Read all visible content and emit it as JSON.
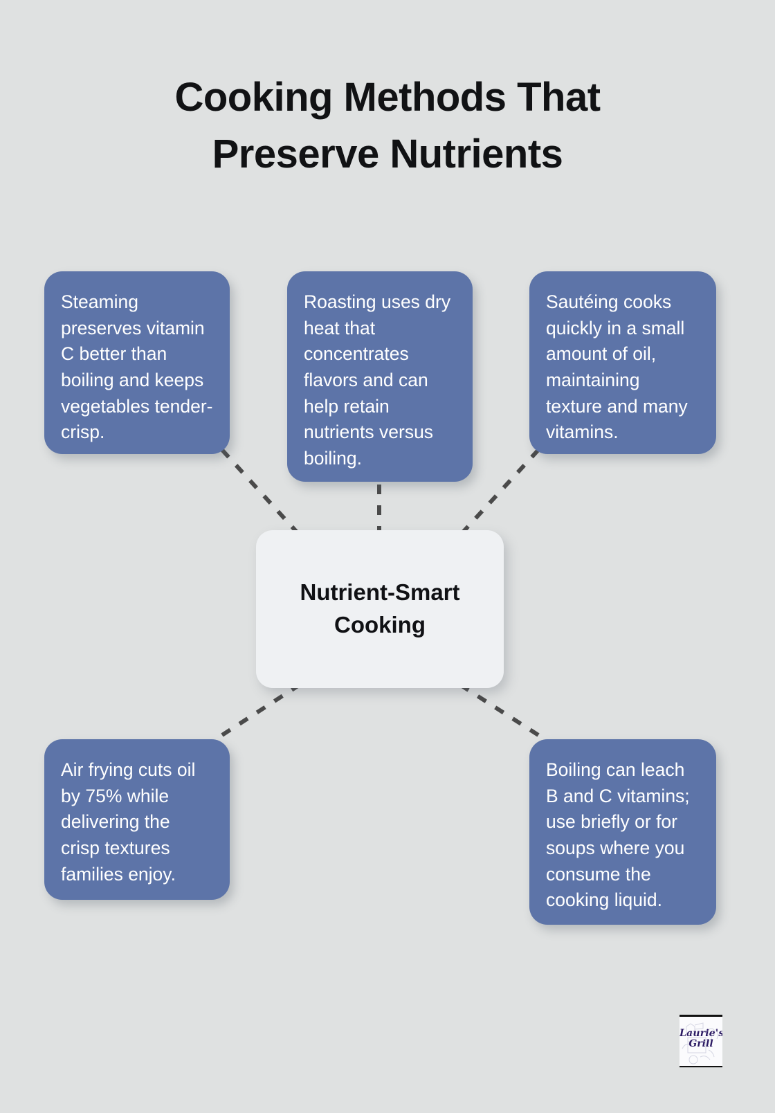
{
  "page": {
    "background_color": "#dfe1e1",
    "title_lines": [
      "Cooking Methods That",
      "Preserve Nutrients"
    ],
    "title_text": "Cooking Methods That Preserve Nutrients"
  },
  "hub": {
    "label_line_1": "Nutrient-Smart",
    "label_line_2": "Cooking",
    "label": "Nutrient-Smart Cooking",
    "background_color": "#eff1f3",
    "text_color": "#101114"
  },
  "cards": {
    "color": "#5d74a8",
    "text_color": "#ffffff",
    "items": [
      {
        "id": "steaming",
        "text": "Steaming preserves vitamin C better than boiling and keeps vegetables tender-crisp."
      },
      {
        "id": "roasting",
        "text": "Roasting uses dry heat that concentrates flavors and can help retain nutrients versus boiling."
      },
      {
        "id": "sauteing",
        "text": "Sautéing cooks quickly in a small amount of oil, maintaining texture and many vitamins."
      },
      {
        "id": "air-frying",
        "text": "Air frying cuts oil by 75% while delivering the crisp textures families enjoy."
      },
      {
        "id": "boiling",
        "text": "Boiling can leach B and C vitamins; use briefly or for soups where you consume the cooking liquid."
      }
    ]
  },
  "connectors": {
    "color": "#4a4a4a",
    "style": "dashed",
    "count": 5
  },
  "logo": {
    "word_1": "Laurie's",
    "word_2": "Grill",
    "name": "Laurie's Grill",
    "text_color": "#2b1a63"
  }
}
